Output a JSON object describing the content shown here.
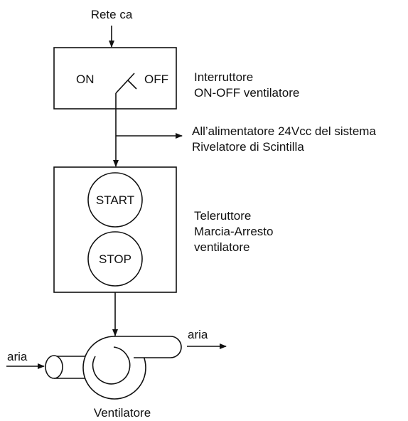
{
  "input_label": "Rete ca",
  "switch": {
    "on_label": "ON",
    "off_label": "OFF",
    "caption_line1": "Interruttore",
    "caption_line2": "ON-OFF ventilatore"
  },
  "branch": {
    "line1": "All’alimentatore 24Vcc del sistema",
    "line2": "Rivelatore di Scintilla"
  },
  "contactor": {
    "start_label": "START",
    "stop_label": "STOP",
    "caption_line1": "Teleruttore",
    "caption_line2": "Marcia-Arresto",
    "caption_line3": "ventilatore"
  },
  "fan": {
    "air_in_label": "aria",
    "air_out_label": "aria",
    "caption": "Ventilatore"
  }
}
